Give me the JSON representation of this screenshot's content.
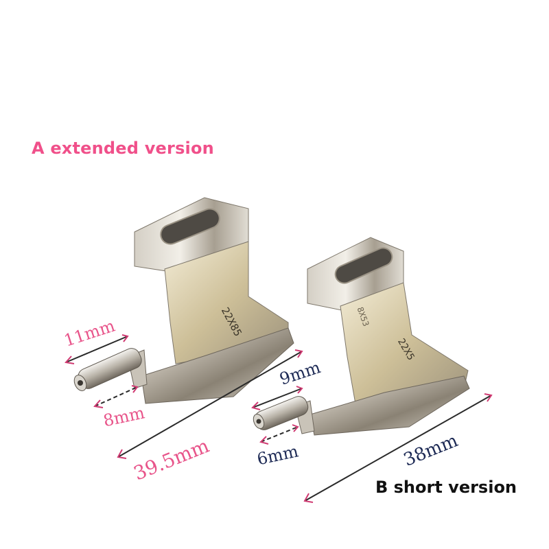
{
  "labels": {
    "a_version": "A extended version",
    "b_version": "B short version"
  },
  "measurements": {
    "a_pin_length": "11mm",
    "a_pin_offset": "8mm",
    "a_total_length": "39.5mm",
    "b_pin_length": "9mm",
    "b_pin_offset": "6mm",
    "b_total_length": "38mm"
  },
  "engravings": {
    "a_part_code": "22X85",
    "b_part_code": "22X5",
    "b_side_code": "8X53"
  },
  "colors": {
    "a_label": "#f0508a",
    "a_dimensions": "#e8548a",
    "b_dimensions": "#1d2a55",
    "b_label": "#111111",
    "metal": "#b9b3a8"
  }
}
